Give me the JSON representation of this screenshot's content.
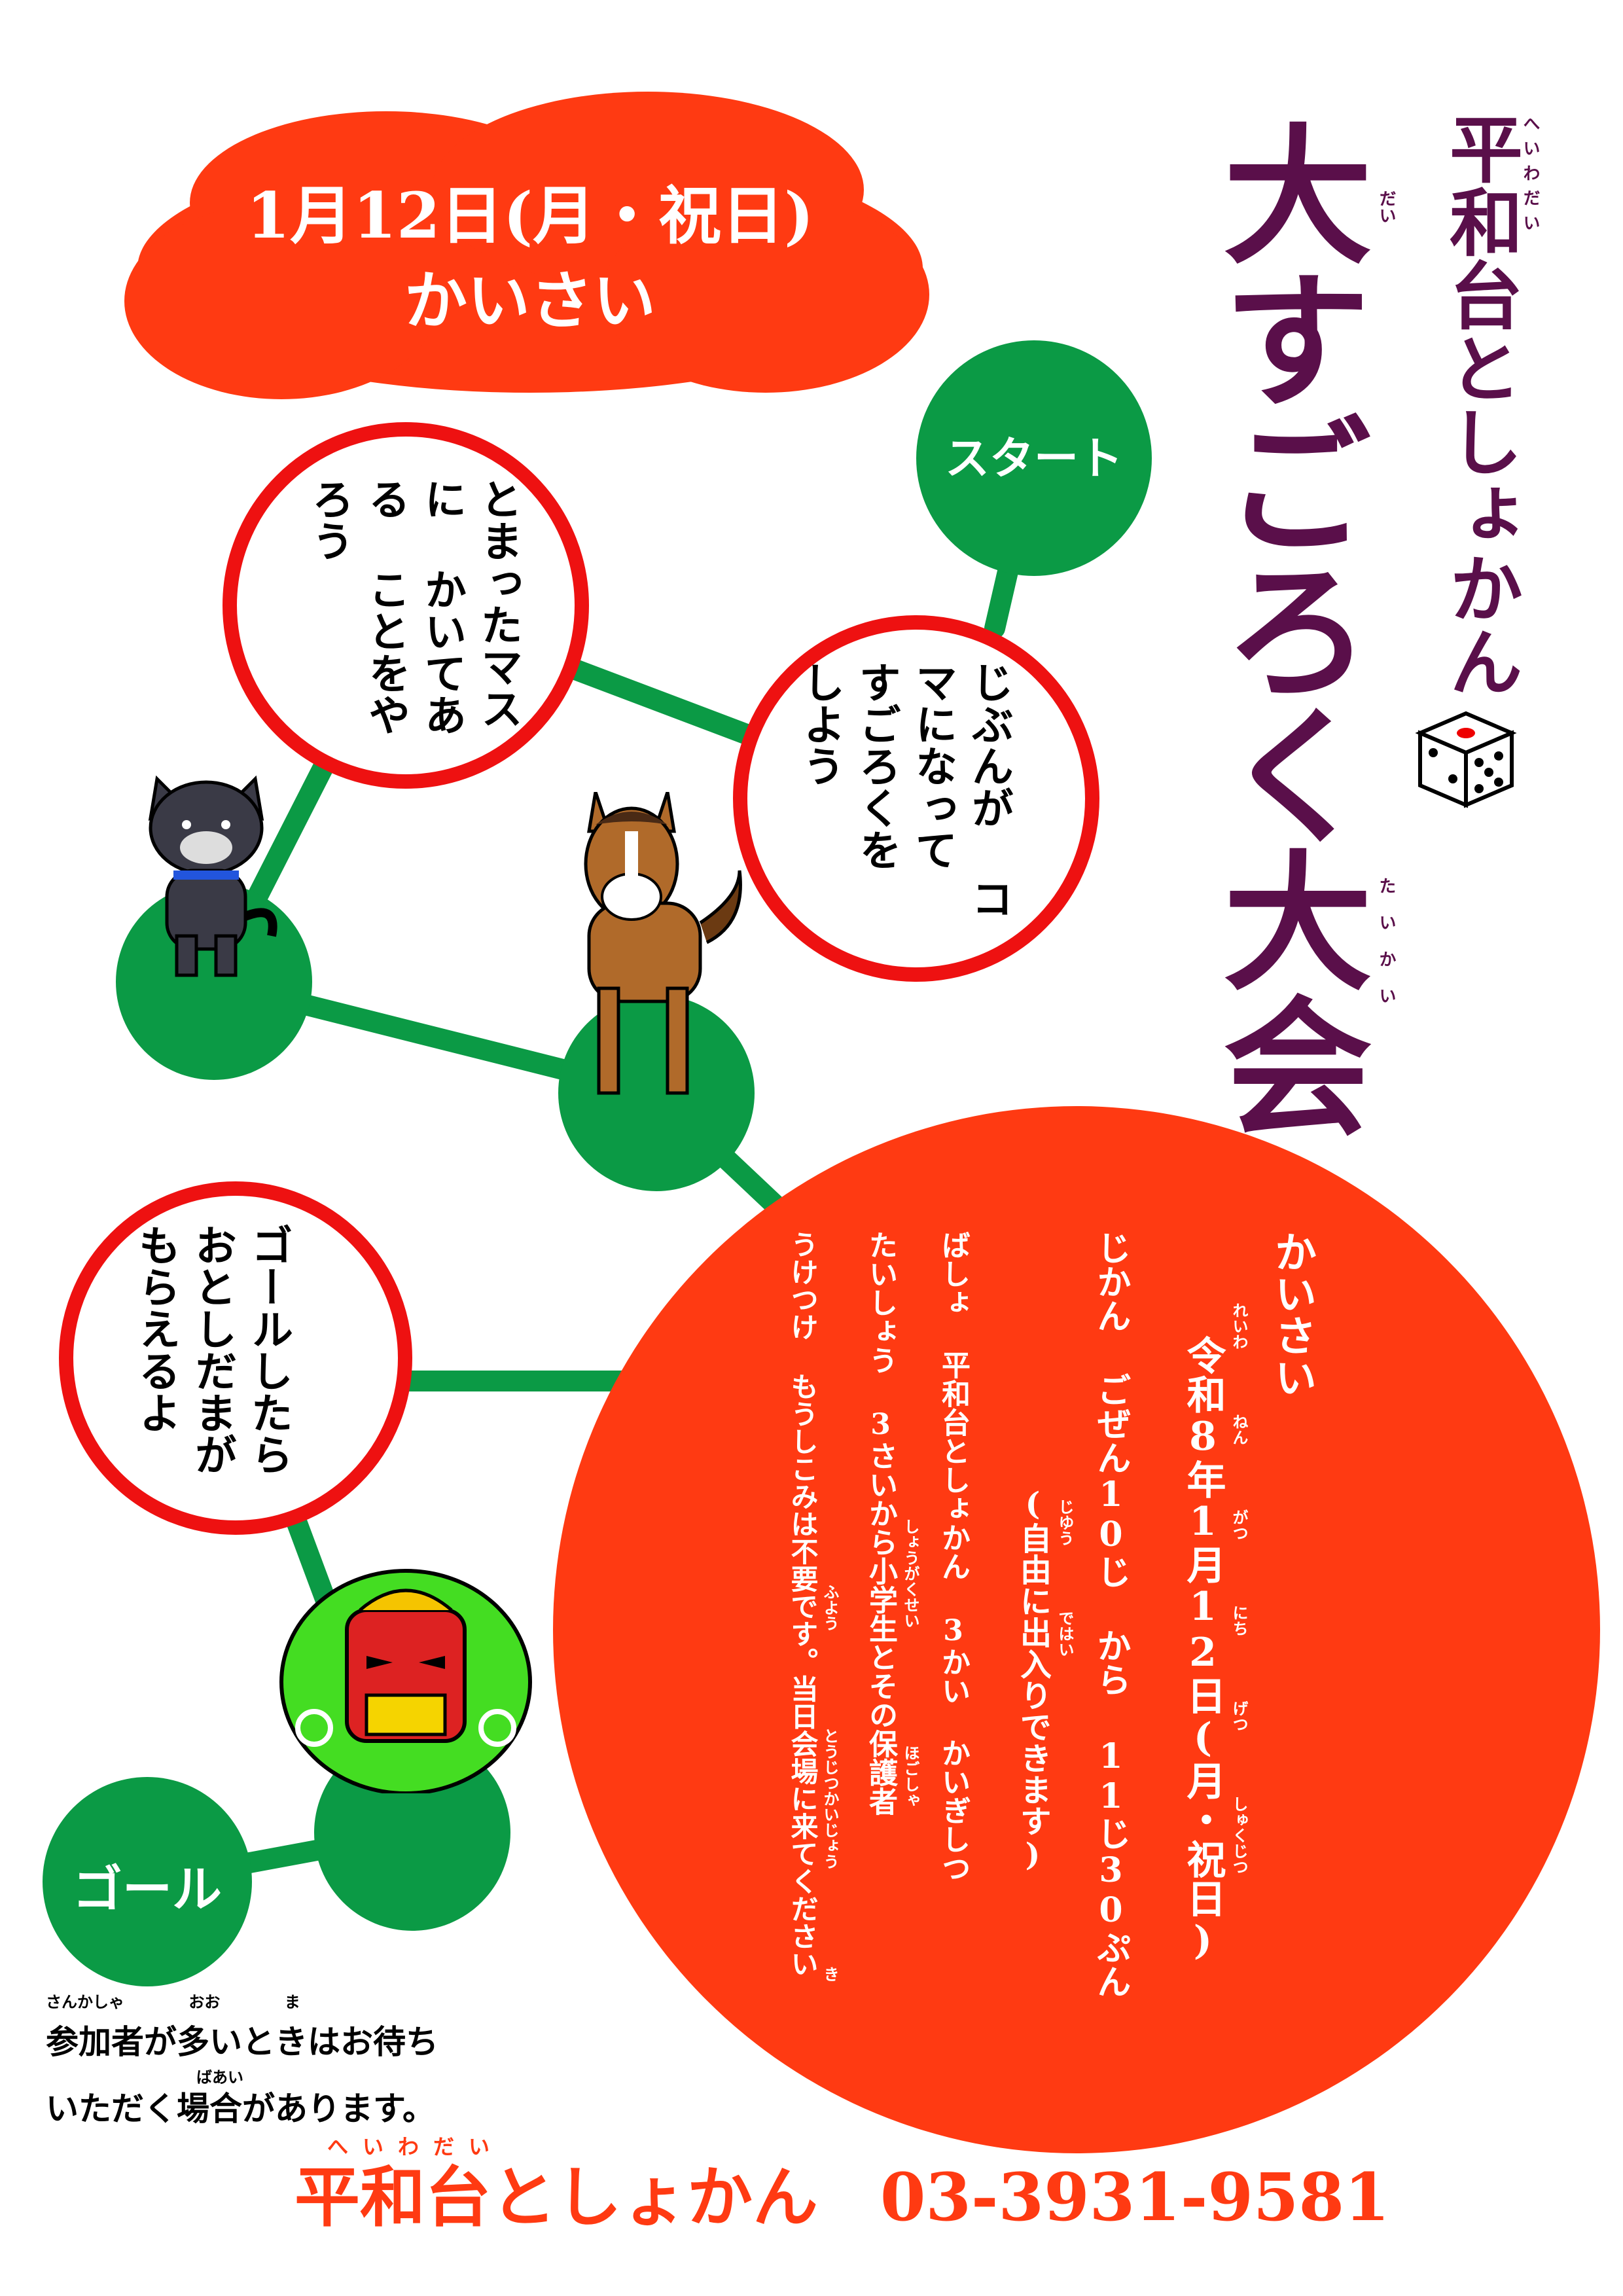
{
  "title": {
    "library": "平和台としょかん",
    "library_ruby": "へいわだい",
    "event": "大すごろく大会",
    "event_ruby_dai": "だい",
    "event_ruby_taikai": "たいかい"
  },
  "date_cloud": {
    "line1": "1月12日(月・祝日)",
    "line2": "かいさい"
  },
  "board": {
    "start": "スタート",
    "goal": "ゴール",
    "bubble1": "じぶんが コマになって すごろくを しよう",
    "bubble2": "とまったマスに かいてある ことをやろう",
    "bubble3": "ゴールしたら おとしだまが もらえるよ"
  },
  "info": {
    "kaisai_label": "かいさい",
    "date": "令和8年1月12日(月・祝日)",
    "date_ruby": "れいわ ねん がつ にち げつ しゅくじつ",
    "time": "じかん ごぜん10じ から 11じ30ぷん",
    "time_note": "(自由に出入りできます)",
    "time_note_ruby": "じゆう ではい",
    "place": "ばしょ 平和台としょかん 3かい かいぎしつ",
    "target": "たいしょう 3さいから小学生とその保護者",
    "target_ruby": "しょうがくせい ほごしゃ",
    "reception": "うけつけ もうしこみは不要です。当日会場に来てください",
    "reception_ruby": "ふよう とうじつかいじょう き"
  },
  "notice": {
    "line1": "参加者が多いときはお待ち",
    "line2": "いただく場合があります。",
    "ruby1": "さんかしゃ おお ま",
    "ruby2": "ばあい"
  },
  "footer": {
    "library": "平和台としょかん",
    "ruby": "へいわだい",
    "phone": "03-3931-9581"
  },
  "colors": {
    "red": "#ff3a12",
    "green": "#0b9a45",
    "purple": "#5a0f4a",
    "ring": "#ee1111"
  },
  "icons": [
    "dice-icon",
    "dog-illustration",
    "horse-illustration",
    "lion-dance-illustration"
  ]
}
